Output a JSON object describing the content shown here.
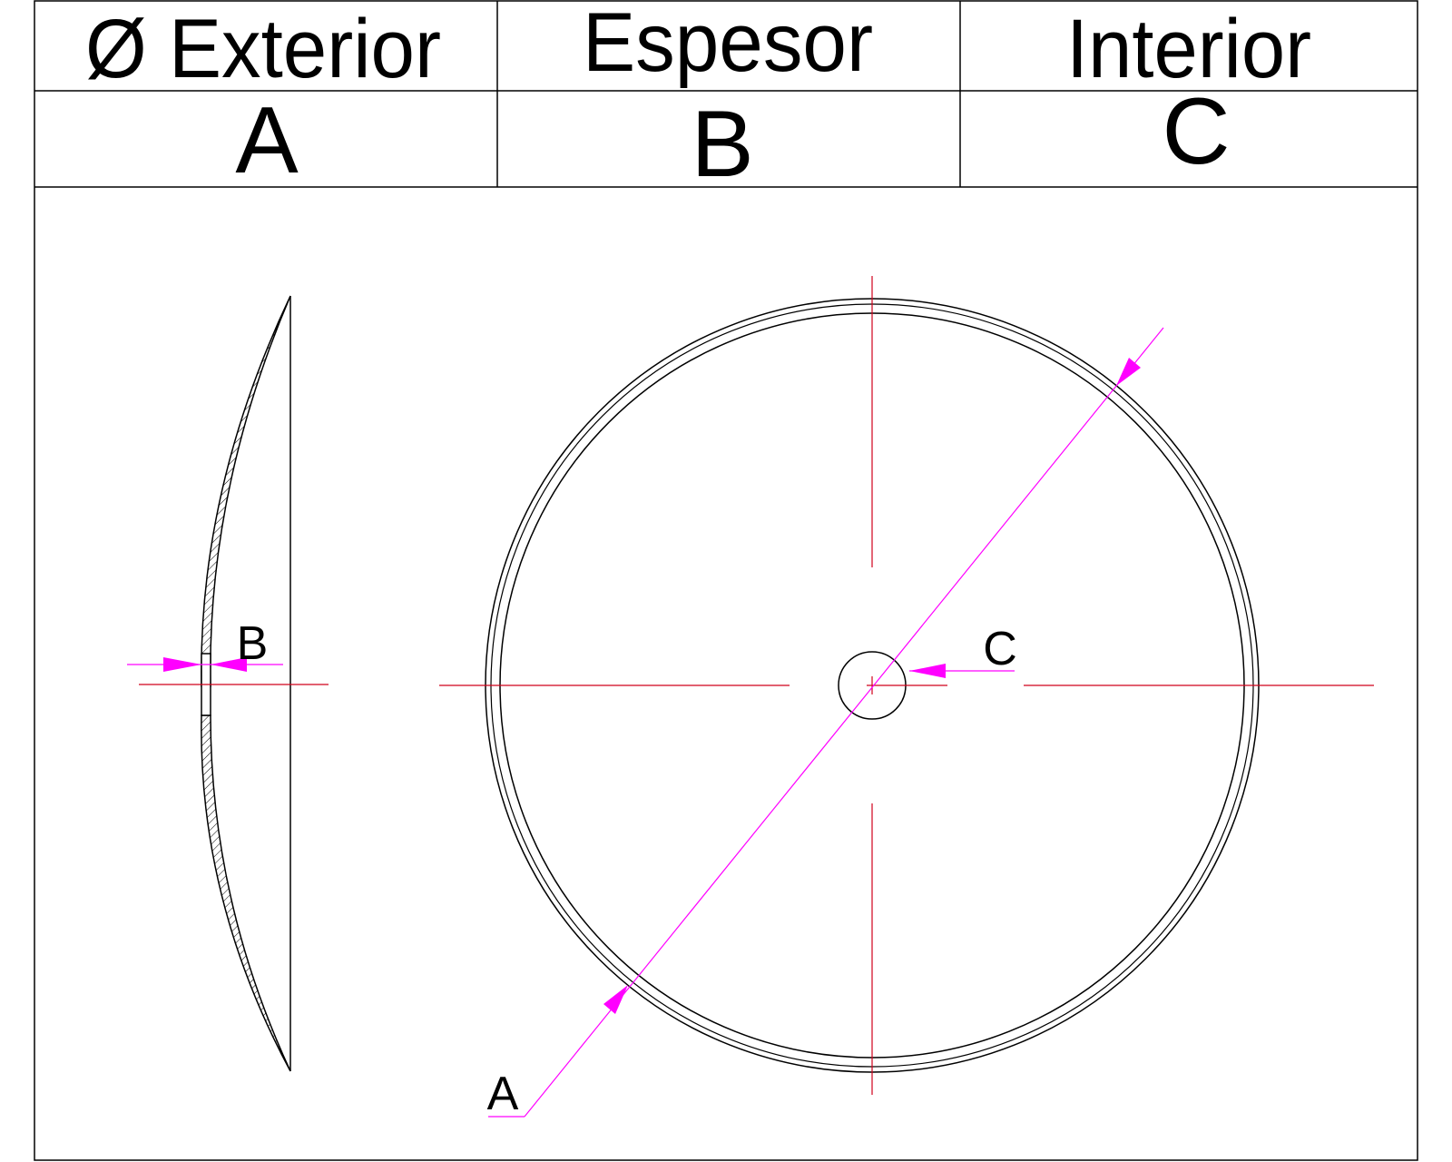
{
  "table": {
    "headers": [
      "Ø Exterior",
      "Espesor",
      "Interior"
    ],
    "letters": [
      "A",
      "B",
      "C"
    ]
  },
  "drawing": {
    "labels": {
      "a": "A",
      "b": "B",
      "c": "C"
    }
  },
  "colors": {
    "line": "#000000",
    "centerline": "#d0021b",
    "dimension": "#ff00ff",
    "background": "#ffffff"
  }
}
